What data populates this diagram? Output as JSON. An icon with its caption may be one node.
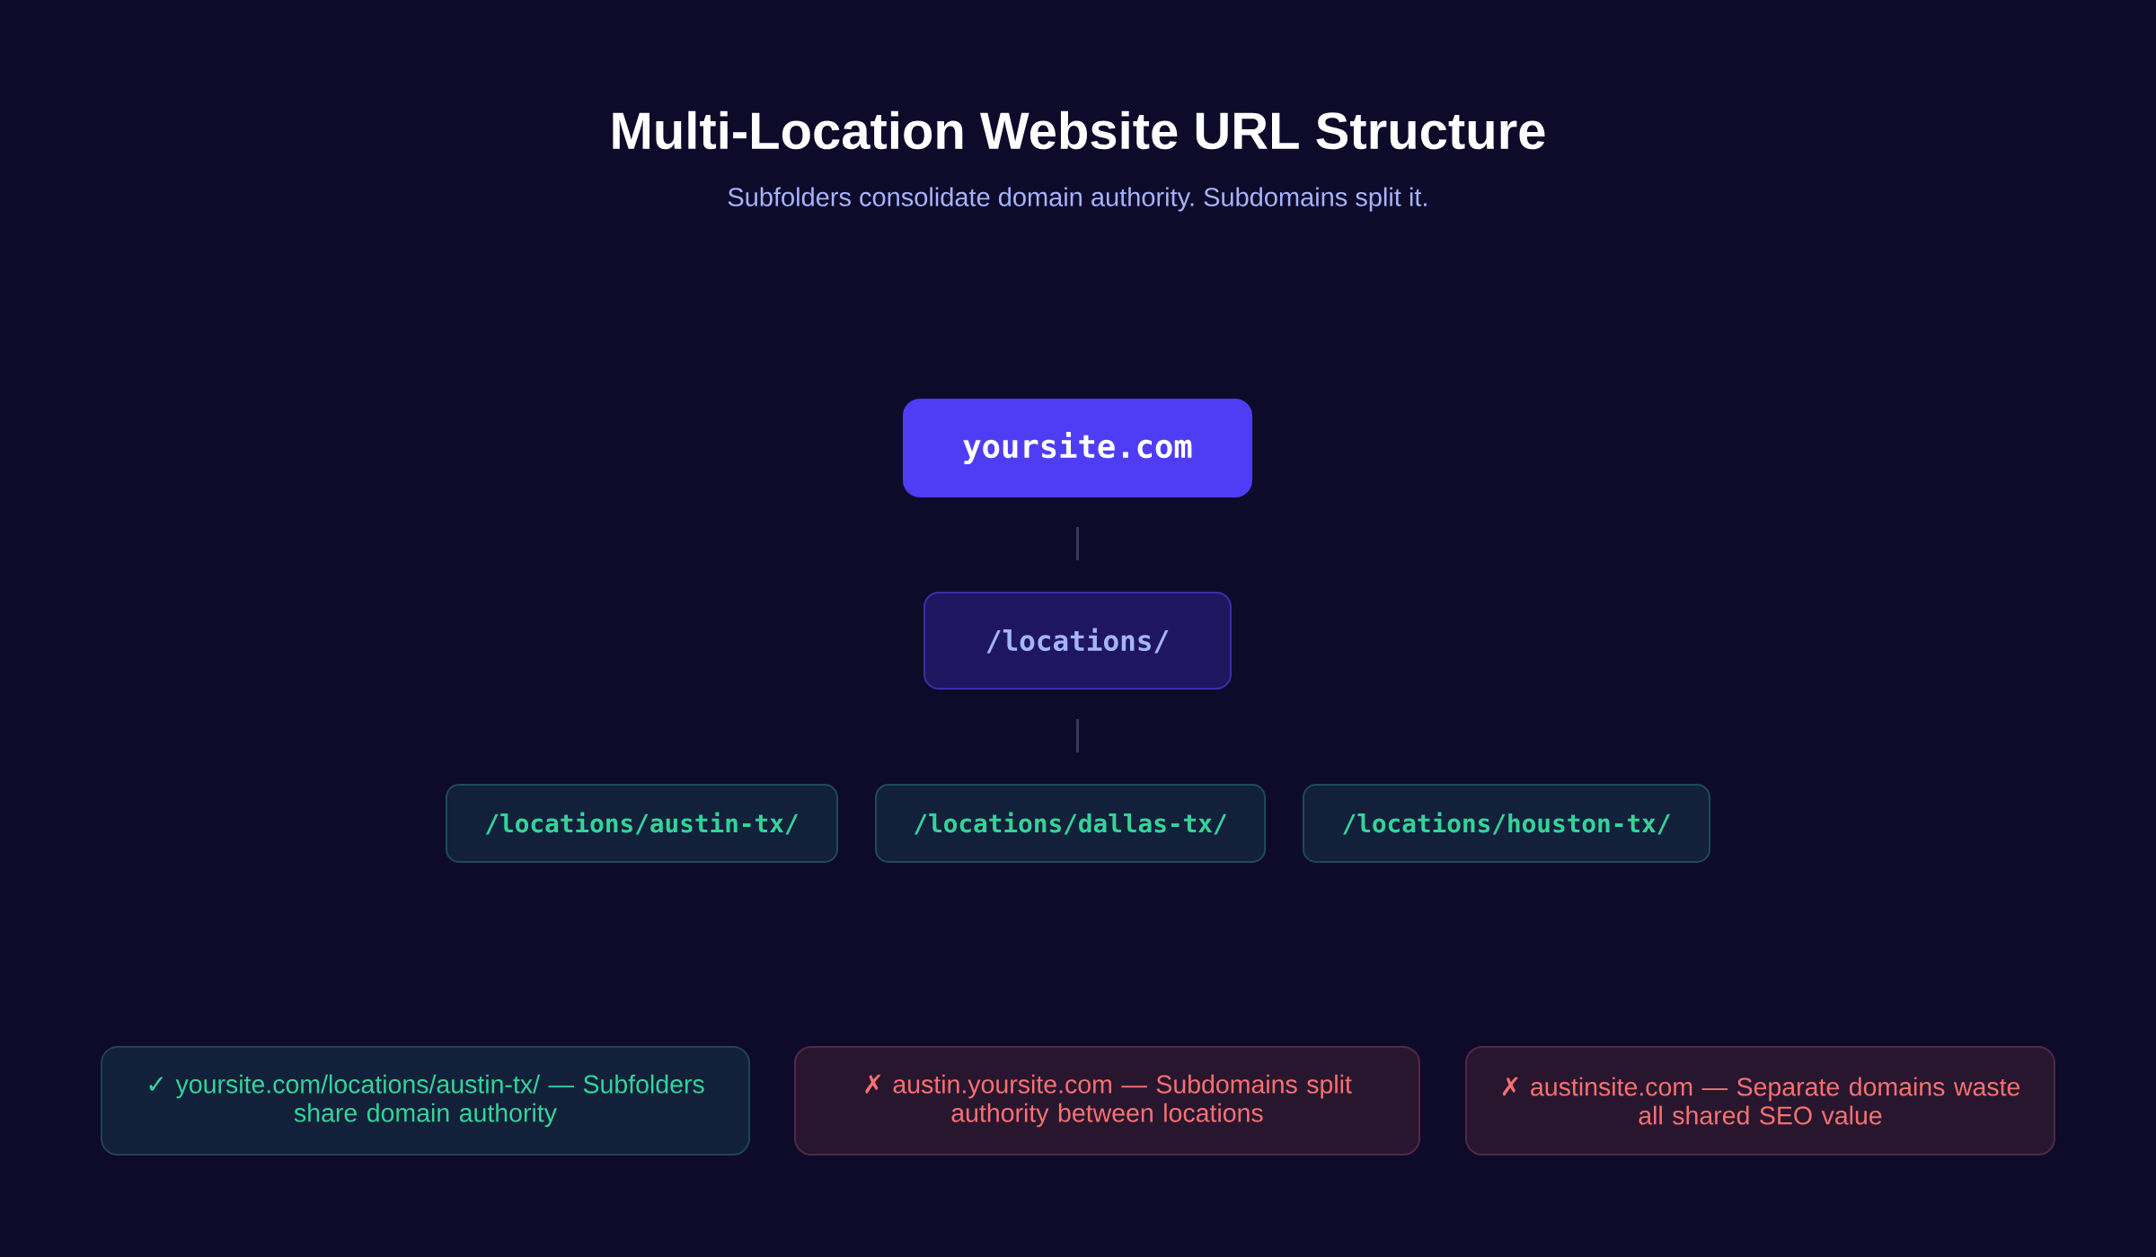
{
  "diagram": {
    "title": "Multi-Location Website URL Structure",
    "nodes": [
      {
        "text": [
          "yoursite.com"
        ]
      },
      {
        "text": [
          "/locations/"
        ]
      },
      {
        "text": [
          "/locations/austin-tx/"
        ]
      },
      {
        "text": [
          "/locations/dallas-tx/"
        ]
      },
      {
        "text": [
          "/locations/houston-tx/"
        ]
      },
      {
        "text": [
          "✓ yoursite.com/locations/austin-tx/ — Subfolders share domain authority"
        ]
      },
      {
        "text": [
          "✗ austin.yoursite.com — Subdomains split authority between locations"
        ]
      },
      {
        "text": [
          "✗ austinsite.com — Separate domains waste all shared SEO value"
        ]
      }
    ],
    "edges": [
      {
        "from": 0,
        "to": 1,
        "arrow": "none"
      },
      {
        "from": 1,
        "to": 3,
        "arrow": "none"
      }
    ],
    "labels": [
      "Subfolders consolidate domain authority. Subdomains split it."
    ]
  }
}
